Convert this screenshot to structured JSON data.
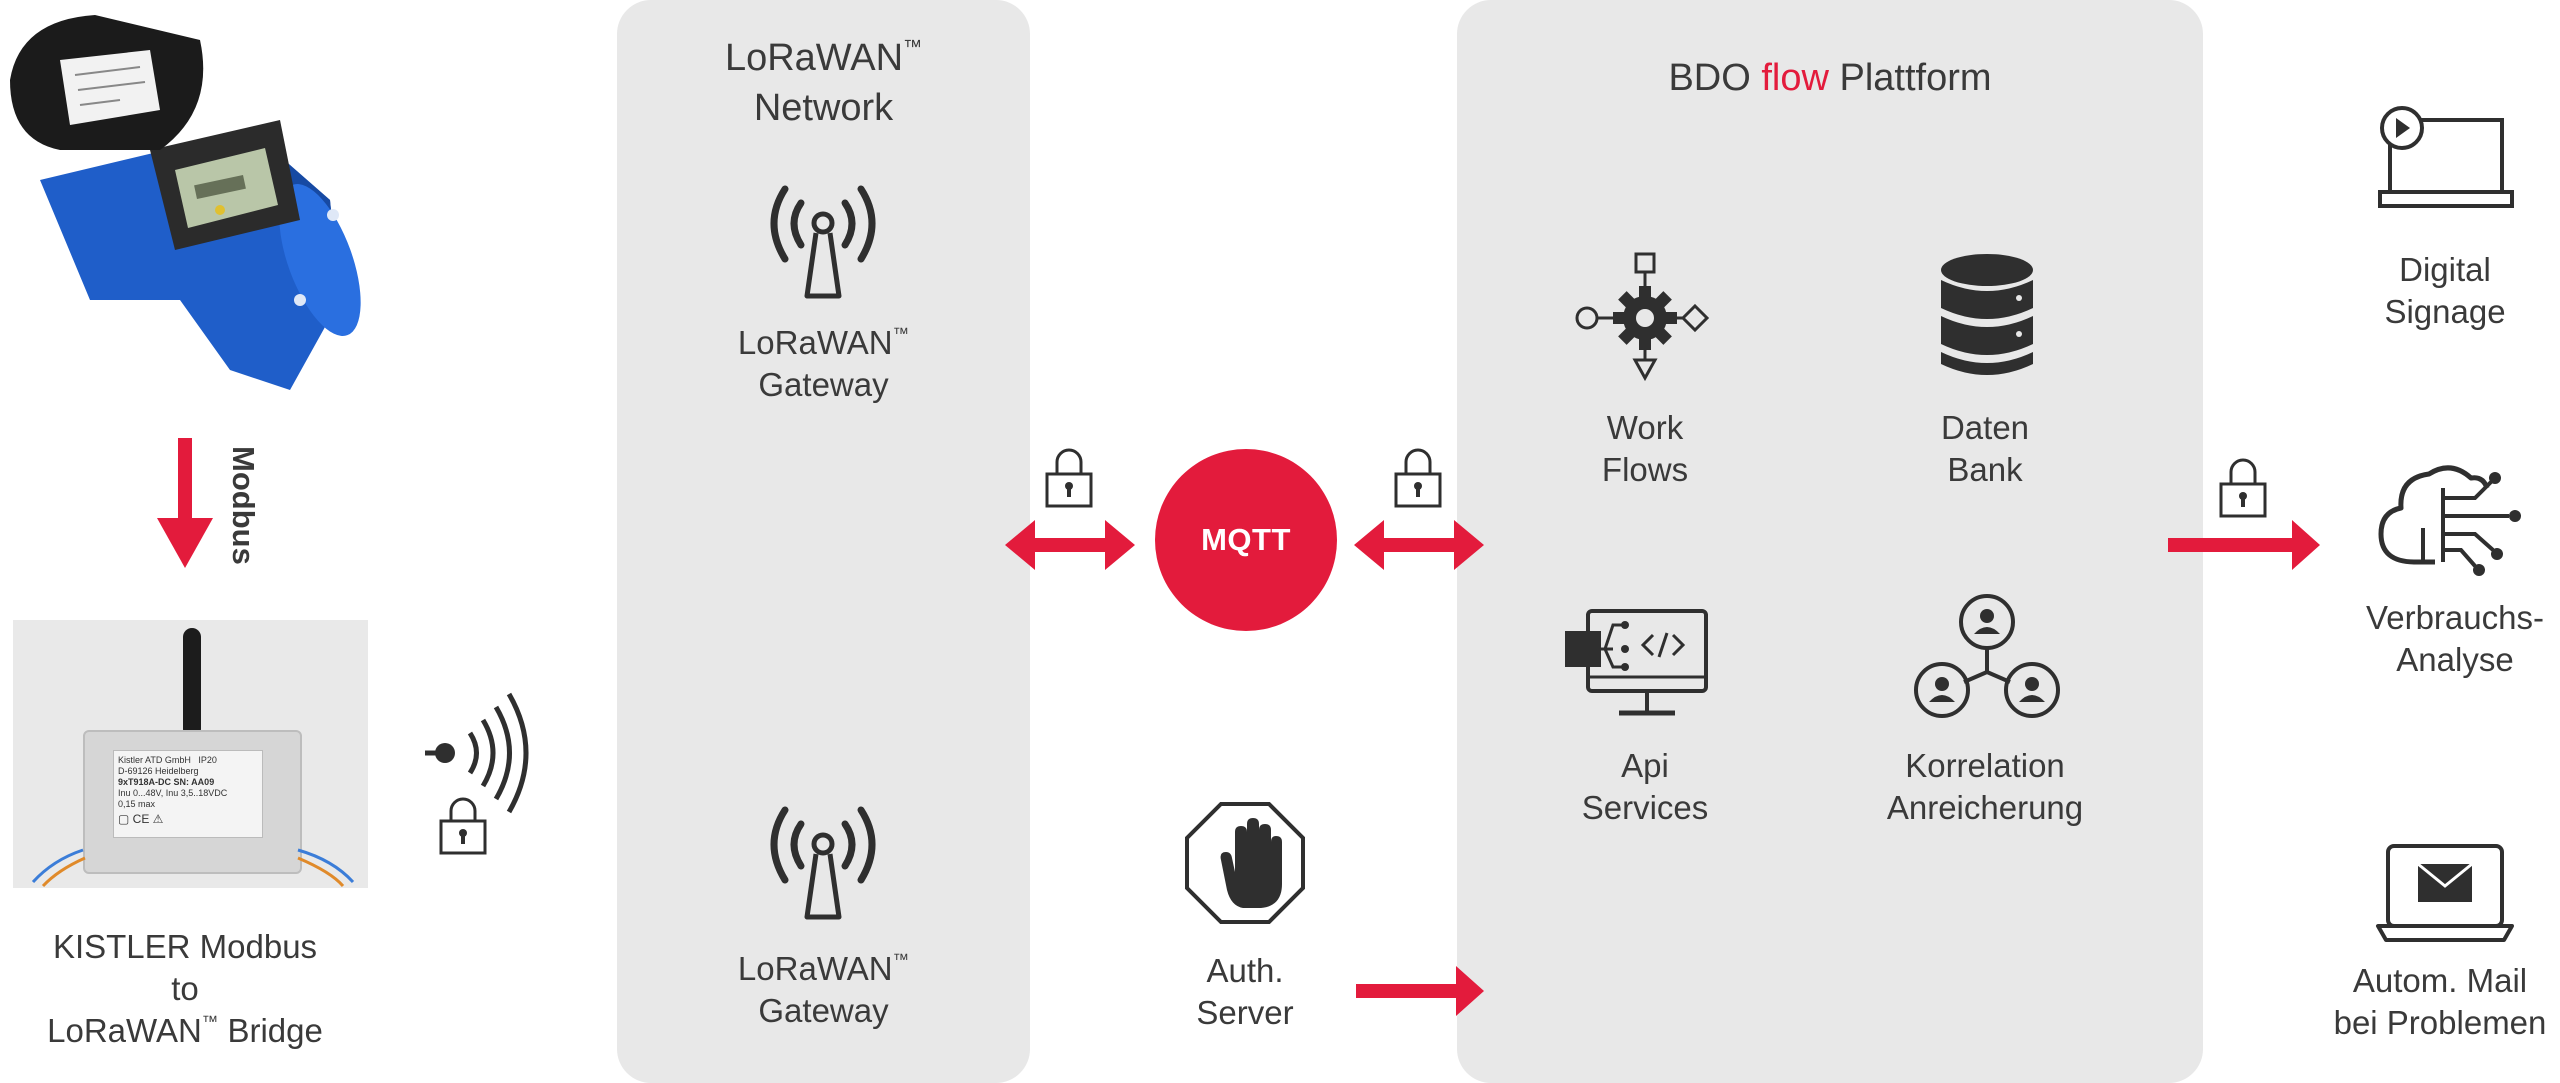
{
  "lorawan_network": {
    "title_line1": "LoRaWAN",
    "tm": "™",
    "title_line2": "Network"
  },
  "gateway_top": {
    "line1": "LoRaWAN",
    "tm": "™",
    "line2": "Gateway"
  },
  "gateway_bottom": {
    "line1": "LoRaWAN",
    "tm": "™",
    "line2": "Gateway"
  },
  "platform": {
    "title_pre": "BDO ",
    "title_accent": "flow",
    "title_post": " Plattform"
  },
  "platform_items": {
    "workflows": {
      "line1": "Work",
      "line2": "Flows"
    },
    "database": {
      "line1": "Daten",
      "line2": "Bank"
    },
    "api": {
      "line1": "Api",
      "line2": "Services"
    },
    "correlation": {
      "line1": "Korrelation",
      "line2": "Anreicherung"
    }
  },
  "mqtt": {
    "label": "MQTT"
  },
  "auth_server": {
    "line1": "Auth.",
    "line2": "Server"
  },
  "modbus": {
    "label": "Modbus"
  },
  "bridge": {
    "line1": "KISTLER Modbus",
    "line2": "to",
    "line3_pre": "LoRaWAN",
    "tm": "™",
    "line3_post": " Bridge"
  },
  "bridge_device_text": {
    "line1": "Kistler ATD GmbH",
    "rating": "IP20",
    "line2": "D-69126 Heidelberg",
    "line3": "9xT918A-DC SN: AA09",
    "line4": "Inu 0...48V, Inu 3,5..18VDC",
    "line5": "0,15 max"
  },
  "outputs": {
    "signage": {
      "line1": "Digital",
      "line2": "Signage"
    },
    "analysis": {
      "line1": "Verbrauchs-",
      "line2": "Analyse"
    },
    "mail": {
      "line1": "Autom. Mail",
      "line2": "bei Problemen"
    }
  },
  "colors": {
    "accent": "#e31b3c",
    "panel": "#e8e8e8",
    "text": "#3a3a3a",
    "meter_blue": "#1f5ec9"
  }
}
